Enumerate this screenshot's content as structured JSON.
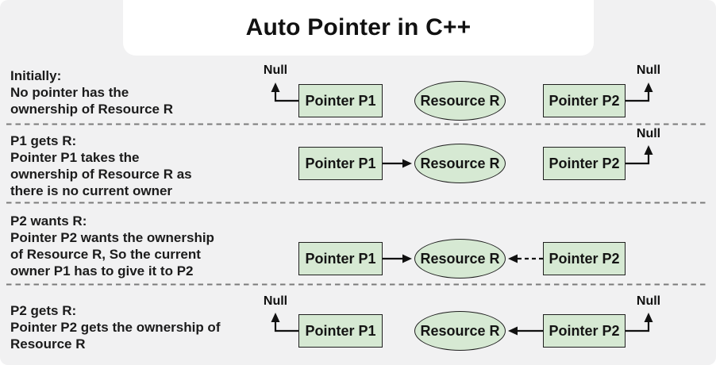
{
  "title": "Auto Pointer in C++",
  "labels": {
    "null": "Null",
    "p1": "Pointer P1",
    "p2": "Pointer P2",
    "resource": "Resource R"
  },
  "colors": {
    "background": "#f1f1f2",
    "title_panel": "#ffffff",
    "node_fill": "#d6e9d3",
    "node_border": "#1f1f1f",
    "text": "#1b1b1b",
    "separator": "#7b7b7b",
    "arrow": "#111111"
  },
  "rows": [
    {
      "lines": [
        "Initially:",
        "No pointer has the",
        "ownership of Resource R"
      ]
    },
    {
      "lines": [
        "P1 gets R:",
        "Pointer P1 takes the",
        "ownership of Resource R as",
        "there is no current owner"
      ]
    },
    {
      "lines": [
        "P2 wants R:",
        "Pointer P2 wants the ownership",
        "of Resource R, So the current",
        "owner P1 has to give it to P2"
      ]
    },
    {
      "lines": [
        "P2 gets R:",
        "Pointer P2 gets the ownership of",
        "Resource R"
      ]
    }
  ]
}
